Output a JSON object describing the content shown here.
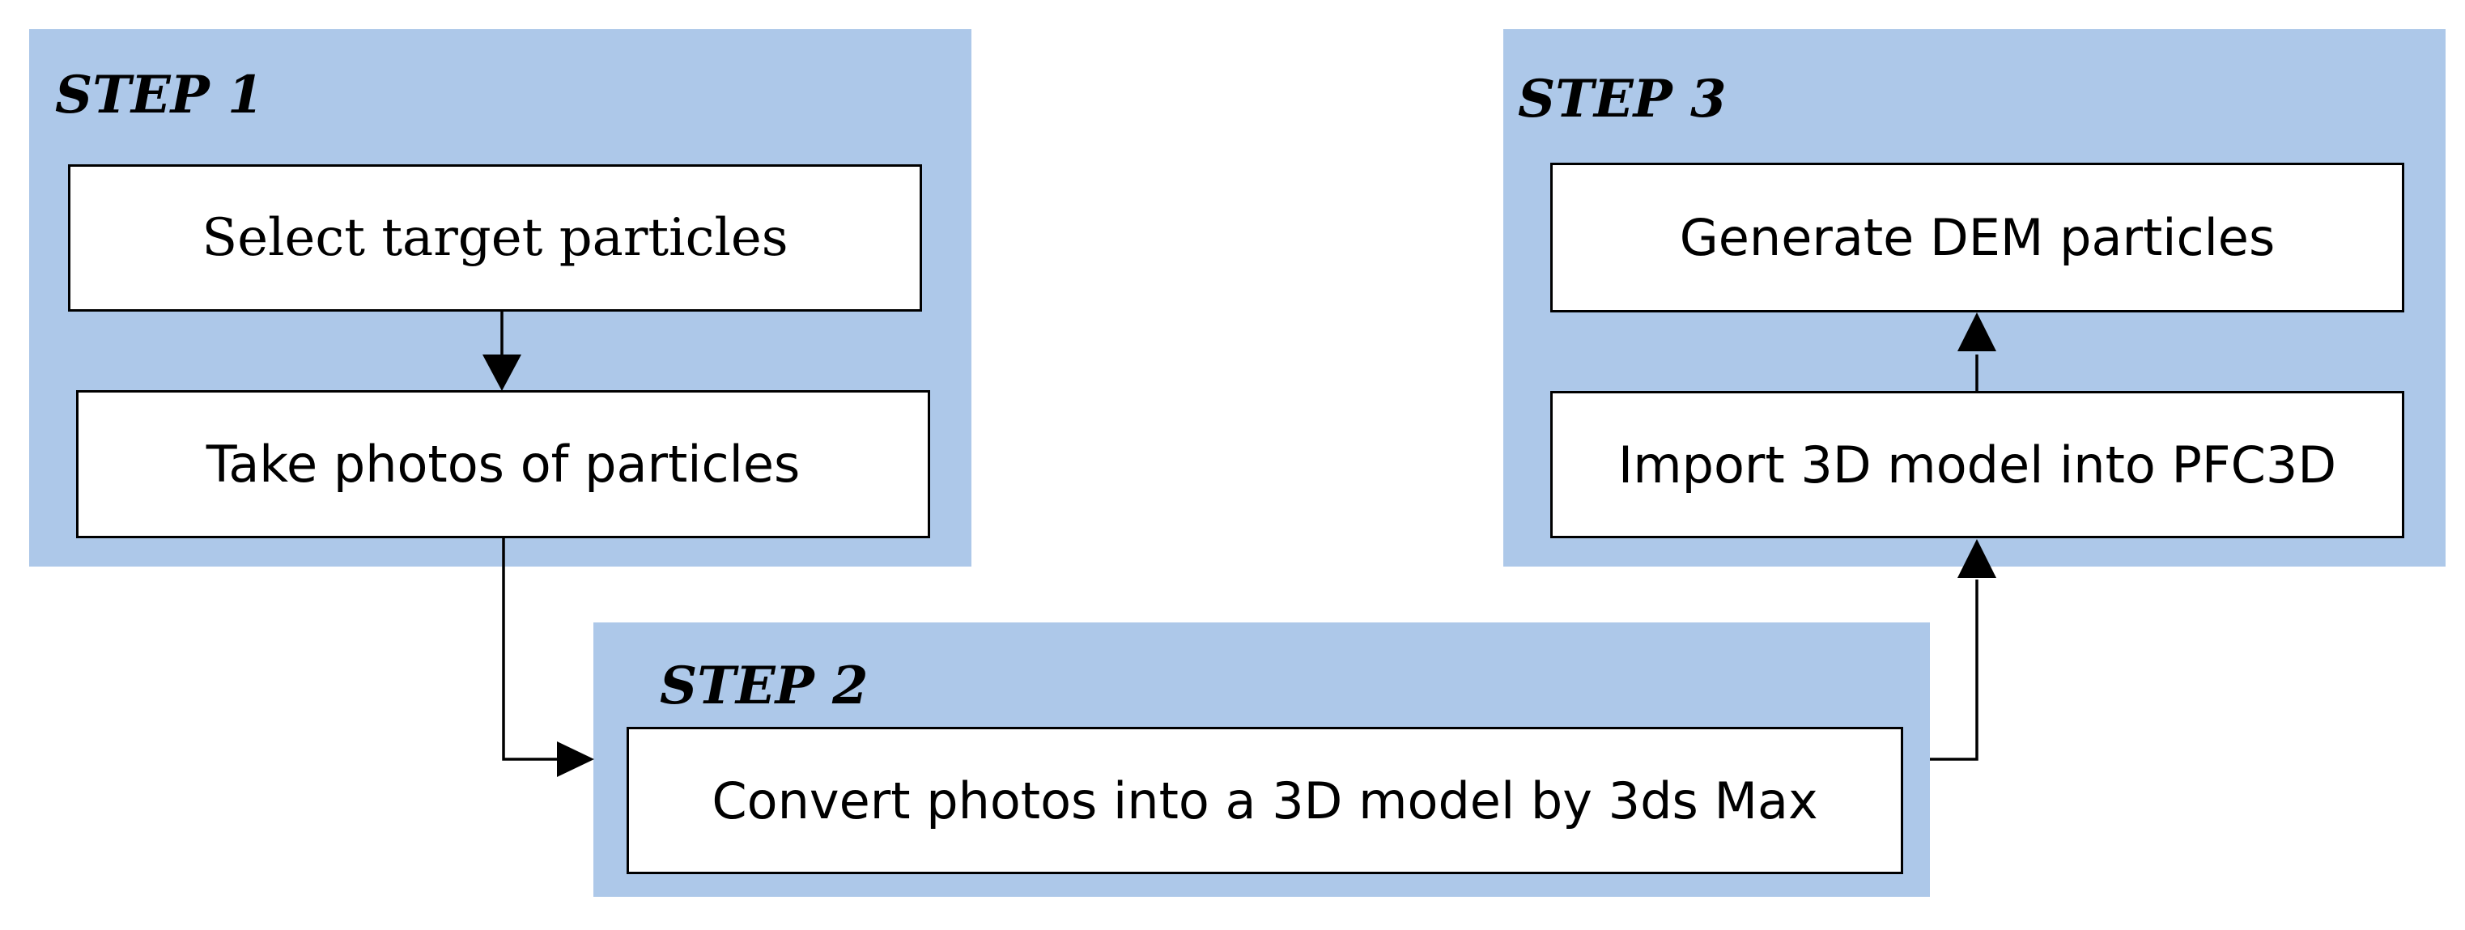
{
  "steps": [
    {
      "label": "STEP 1",
      "boxes": [
        "Select target particles",
        "Take photos of particles"
      ]
    },
    {
      "label": "STEP 2",
      "boxes": [
        "Convert photos into a 3D model by 3ds Max"
      ]
    },
    {
      "label": "STEP 3",
      "boxes": [
        "Generate DEM particles",
        "Import 3D model into PFC3D"
      ]
    }
  ],
  "colors": {
    "panel": "#adc8e9",
    "box": "#ffffff",
    "stroke": "#000000"
  }
}
